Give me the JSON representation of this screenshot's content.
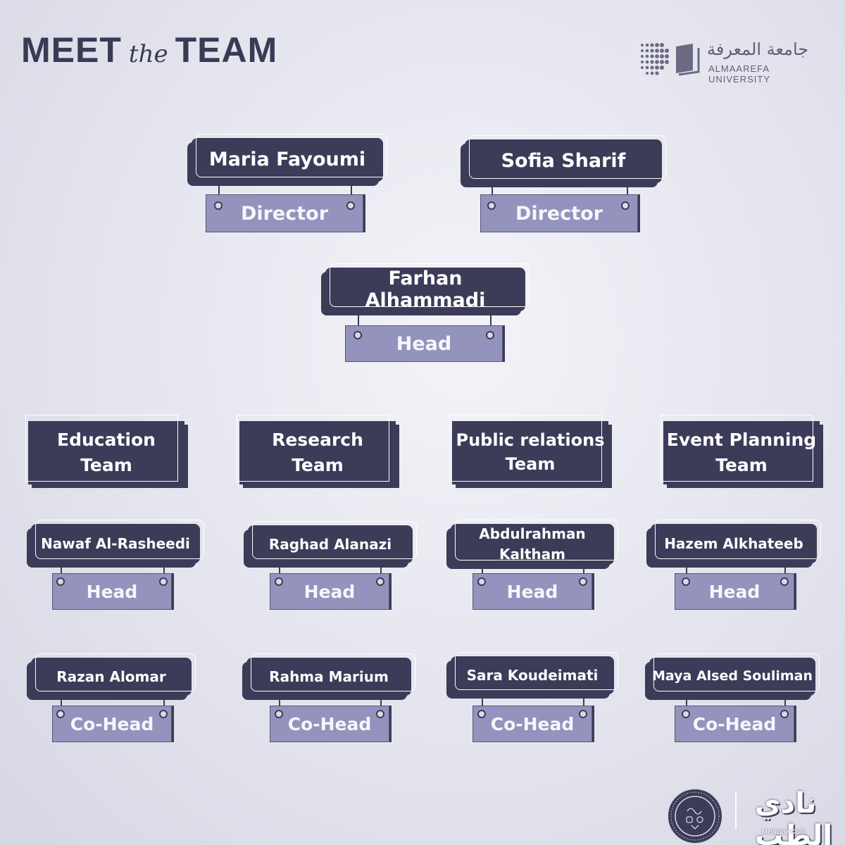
{
  "header": {
    "title_part1": "MEET",
    "title_part2": "the",
    "title_part3": "TEAM"
  },
  "university": {
    "name_ar": "جامعة المعرفة",
    "name_en": "ALMAAREFA UNIVERSITY"
  },
  "directors": [
    {
      "name": "Maria Fayoumi",
      "role": "Director"
    },
    {
      "name": "Sofia Sharif",
      "role": "Director"
    }
  ],
  "head": {
    "name": "Farhan Alhammadi",
    "role": "Head"
  },
  "teams": [
    {
      "line1": "Education",
      "line2": "Team",
      "head": {
        "name": "Nawaf Al-Rasheedi",
        "role": "Head"
      },
      "cohead": {
        "name": "Razan Alomar",
        "role": "Co-Head"
      }
    },
    {
      "line1": "Research",
      "line2": "Team",
      "head": {
        "name": "Raghad Alanazi",
        "role": "Head"
      },
      "cohead": {
        "name": "Rahma Marium",
        "role": "Co-Head"
      }
    },
    {
      "line1": "Public relations",
      "line2": "Team",
      "head": {
        "name_line1": "Abdulrahman",
        "name_line2": "Kaltham",
        "role": "Head"
      },
      "cohead": {
        "name": "Sara Koudeimati",
        "role": "Co-Head"
      }
    },
    {
      "line1": "Event Planning",
      "line2": "Team",
      "head": {
        "name": "Hazem Alkhateeb",
        "role": "Head"
      },
      "cohead": {
        "name": "Maya Alsed Souliman",
        "role": "Co-Head"
      }
    }
  ],
  "footer": {
    "club_name_ar": "نادي الطب",
    "club_name_en": "Medicine Club",
    "seal_icon": "internal-medicine-interest-group-seal-icon"
  },
  "colors": {
    "navy": "#3c3b58",
    "lavender": "#9493bd",
    "background": "#e4e4ee"
  }
}
